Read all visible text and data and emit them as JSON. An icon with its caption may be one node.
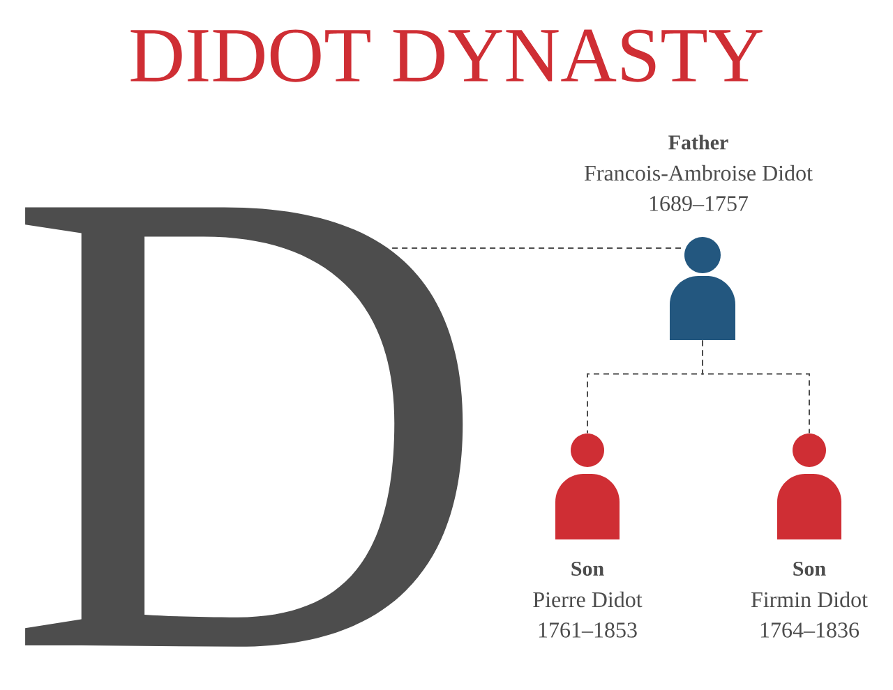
{
  "diagram": {
    "title": "DIDOT DYNASTY",
    "nodes": [
      {
        "text": [
          "D"
        ]
      },
      {
        "text": [
          "Father",
          "Francois-Ambroise Didot",
          "1689–1757"
        ]
      },
      {
        "text": [
          "Son",
          "Pierre Didot",
          "1761–1853"
        ]
      },
      {
        "text": [
          "Son",
          "Firmin Didot",
          "1764–1836"
        ]
      }
    ],
    "edges": [
      {
        "from": 0,
        "to": 1,
        "arrow": "none",
        "style": "dashed"
      },
      {
        "from": 1,
        "to": 2,
        "arrow": "none",
        "style": "dashed"
      },
      {
        "from": 1,
        "to": 3,
        "arrow": "none",
        "style": "dashed"
      }
    ]
  }
}
